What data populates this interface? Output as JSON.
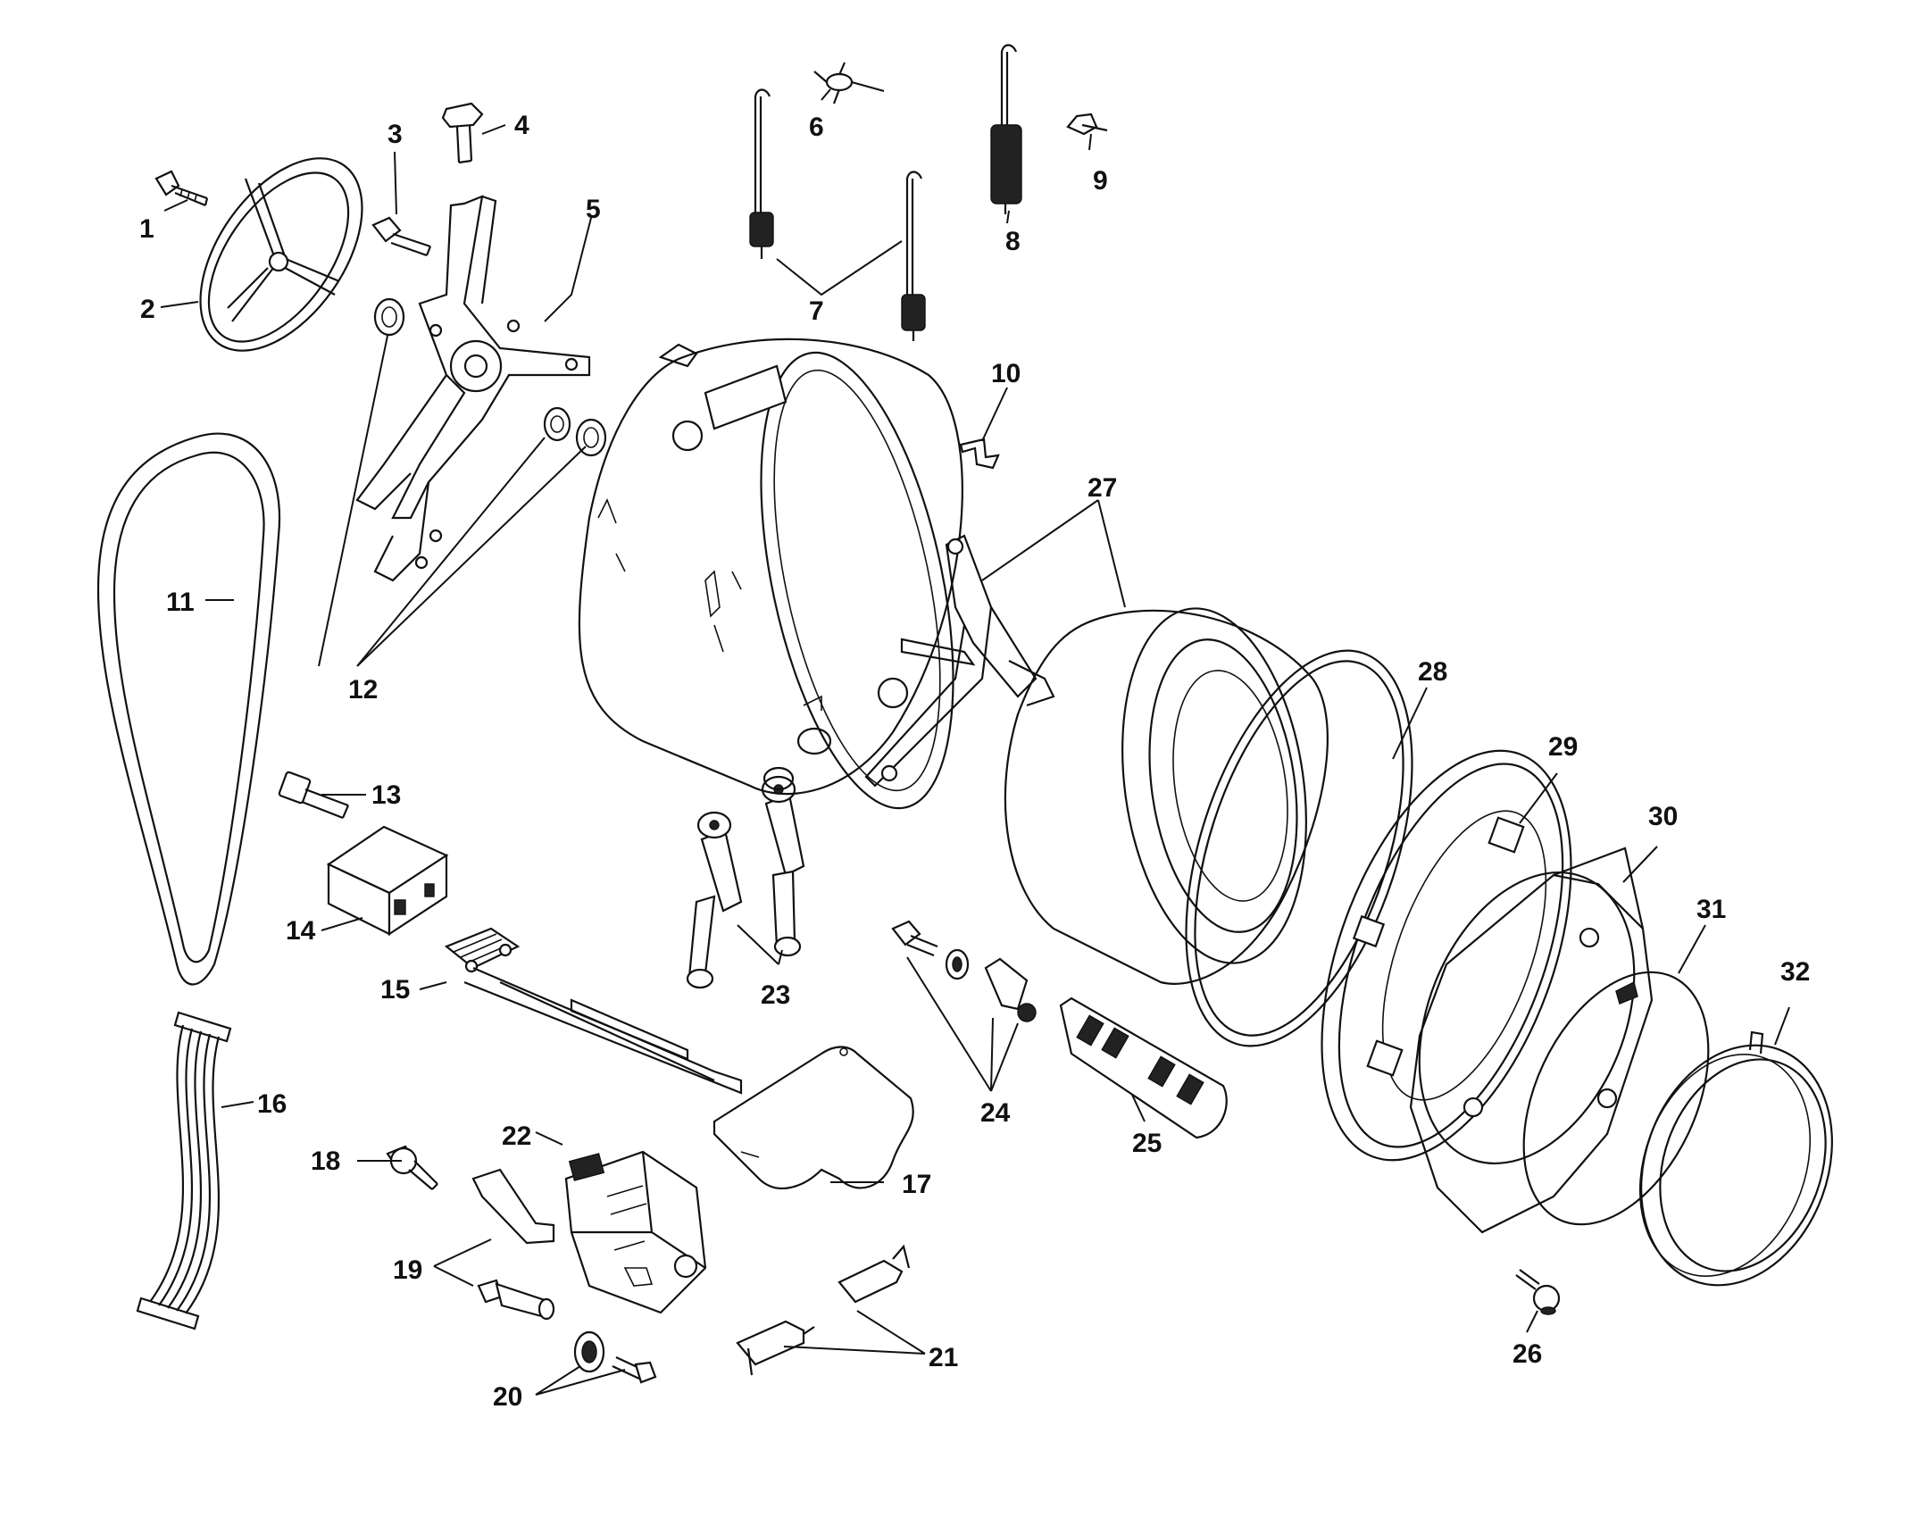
{
  "diagram": {
    "callouts": {
      "p1": "1",
      "p2": "2",
      "p3": "3",
      "p4": "4",
      "p5": "5",
      "p6": "6",
      "p7": "7",
      "p8": "8",
      "p9": "9",
      "p10": "10",
      "p11": "11",
      "p12": "12",
      "p13": "13",
      "p14": "14",
      "p15": "15",
      "p16": "16",
      "p17": "17",
      "p18": "18",
      "p19": "19",
      "p20": "20",
      "p21": "21",
      "p22": "22",
      "p23": "23",
      "p24": "24",
      "p25": "25",
      "p26": "26",
      "p27": "27",
      "p28": "28",
      "p29": "29",
      "p30": "30",
      "p31": "31",
      "p32": "32"
    }
  }
}
